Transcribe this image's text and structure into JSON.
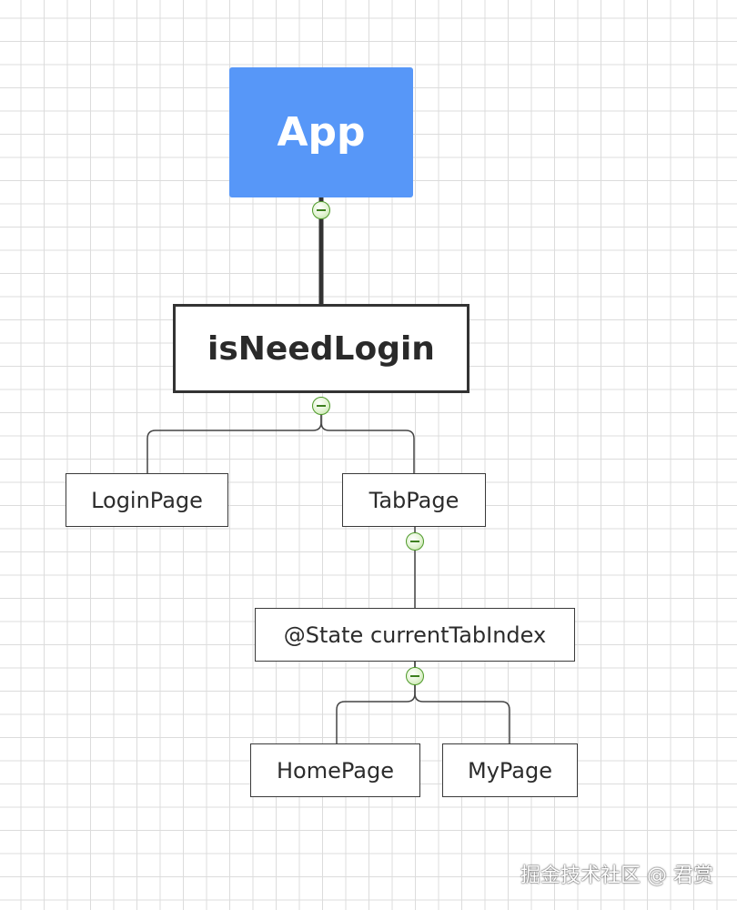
{
  "diagram": {
    "root": {
      "label": "App",
      "color": "#5797f8"
    },
    "condition": {
      "label": "isNeedLogin"
    },
    "children": {
      "login_page": "LoginPage",
      "tab_page": "TabPage",
      "state": "@State currentTabIndex",
      "home_page": "HomePage",
      "my_page": "MyPage"
    },
    "collapse_icon": "minus-circle-icon"
  },
  "watermark": "掘金技术社区 @ 君赏"
}
